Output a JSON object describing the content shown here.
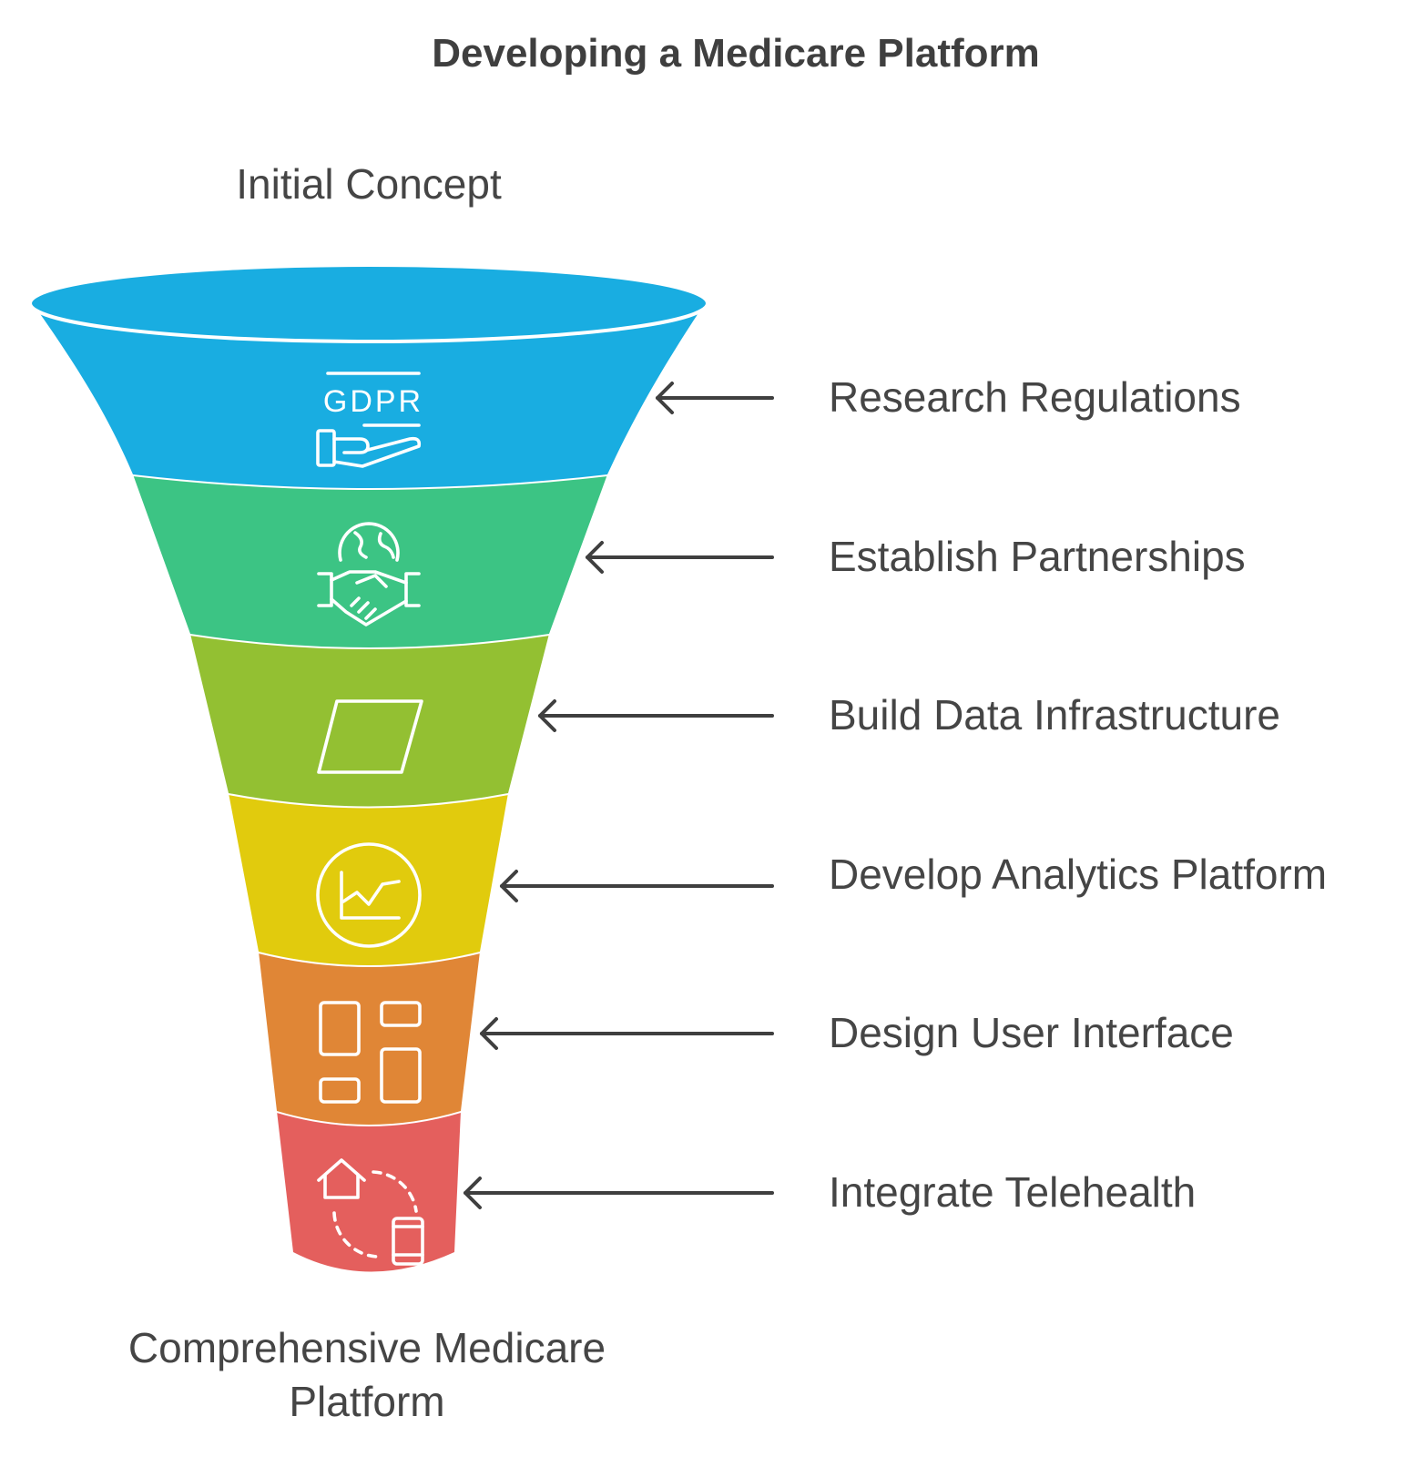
{
  "title": "Developing a Medicare Platform",
  "top_label": "Initial Concept",
  "bottom_label": {
    "line1": "Comprehensive Medicare",
    "line2": "Platform"
  },
  "stages": [
    {
      "label": "Research Regulations",
      "icon": "gdpr-hand-icon",
      "icon_text": "GDPR",
      "color": "#19ade1"
    },
    {
      "label": "Establish Partnerships",
      "icon": "globe-handshake-icon",
      "color": "#3cc484"
    },
    {
      "label": "Build Data Infrastructure",
      "icon": "parallelogram-icon",
      "color": "#93c032"
    },
    {
      "label": "Develop Analytics Platform",
      "icon": "line-chart-circle-icon",
      "color": "#e1cb0d"
    },
    {
      "label": "Design User Interface",
      "icon": "layout-grid-icon",
      "color": "#e08636"
    },
    {
      "label": "Integrate Telehealth",
      "icon": "home-to-mobile-icon",
      "color": "#e45f5d"
    }
  ]
}
